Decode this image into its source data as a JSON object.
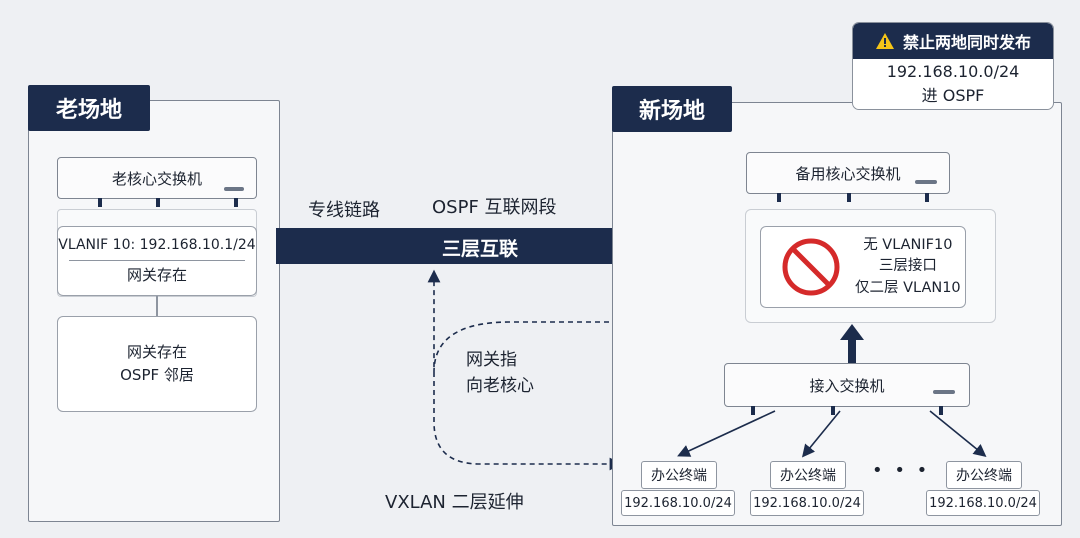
{
  "old_site": {
    "title": "老场地",
    "core_switch": "老核心交换机",
    "vlanif_card": {
      "line1": "VLANIF 10: 192.168.10.1/24",
      "line2": "网关存在"
    },
    "status_card": {
      "line1": "网关存在",
      "line2": "OSPF 邻居"
    }
  },
  "link": {
    "label_left": "专线链路",
    "label_right": "OSPF 互联网段",
    "arrow_text": "三层互联"
  },
  "gateway_note": {
    "line1": "网关指",
    "line2": "向老核心"
  },
  "vxlan_label": "VXLAN 二层延伸",
  "warning": {
    "title": "禁止两地同时发布",
    "line1": "192.168.10.0/24",
    "line2": "进 OSPF"
  },
  "new_site": {
    "title": "新场地",
    "backup_switch": "备用核心交换机",
    "no_l3_card": {
      "line1": "无 VLANIF10",
      "line2": "三层接口",
      "line3": "仅二层 VLAN10"
    },
    "access_switch": "接入交换机",
    "terminals": [
      {
        "name": "办公终端",
        "ip": "192.168.10.0/24"
      },
      {
        "name": "办公终端",
        "ip": "192.168.10.0/24"
      },
      {
        "name": "办公终端",
        "ip": "192.168.10.0/24"
      }
    ],
    "ellipsis": "• • •"
  },
  "colors": {
    "navy": "#1c2c4c",
    "forbidden_red": "#d52a2a",
    "warning_yellow": "#f5c518"
  }
}
